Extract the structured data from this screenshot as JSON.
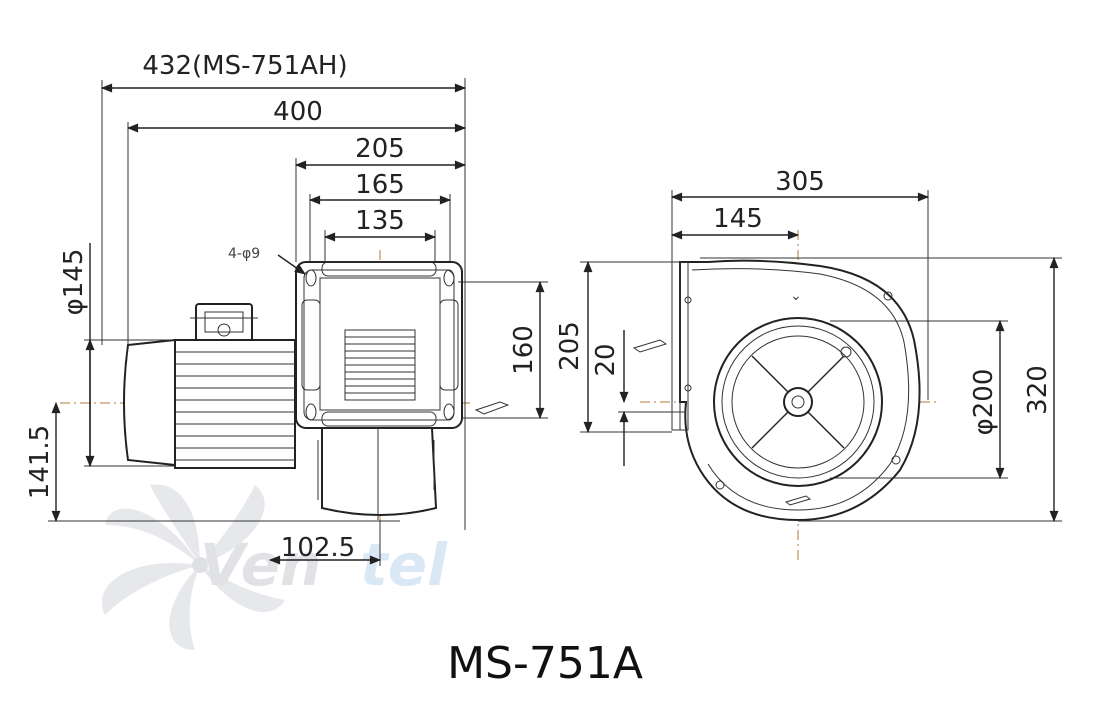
{
  "title": "MS-751A",
  "watermark": {
    "text_left": "Ven",
    "text_right": "tel",
    "color_left": "#c9ccd2",
    "color_right": "#bcd4ec"
  },
  "colors": {
    "line": "#222222",
    "center_line": "#b07a3a",
    "background": "#ffffff"
  },
  "side_view": {
    "dim_overall_ah": "432(MS-751AH)",
    "dim_overall": "400",
    "dim_flange_outer": "205",
    "dim_flange_mid": "165",
    "dim_flange_inner": "135",
    "dim_height_flange": "160",
    "dim_motor_dia": "φ145",
    "dim_center_height": "141.5",
    "dim_offset": "102.5",
    "hole_note": "4-φ9"
  },
  "front_view": {
    "dim_width": "305",
    "dim_to_center": "145",
    "dim_outlet_height": "205",
    "dim_small": "20",
    "dim_inlet_dia": "φ200",
    "dim_total_height": "320"
  }
}
